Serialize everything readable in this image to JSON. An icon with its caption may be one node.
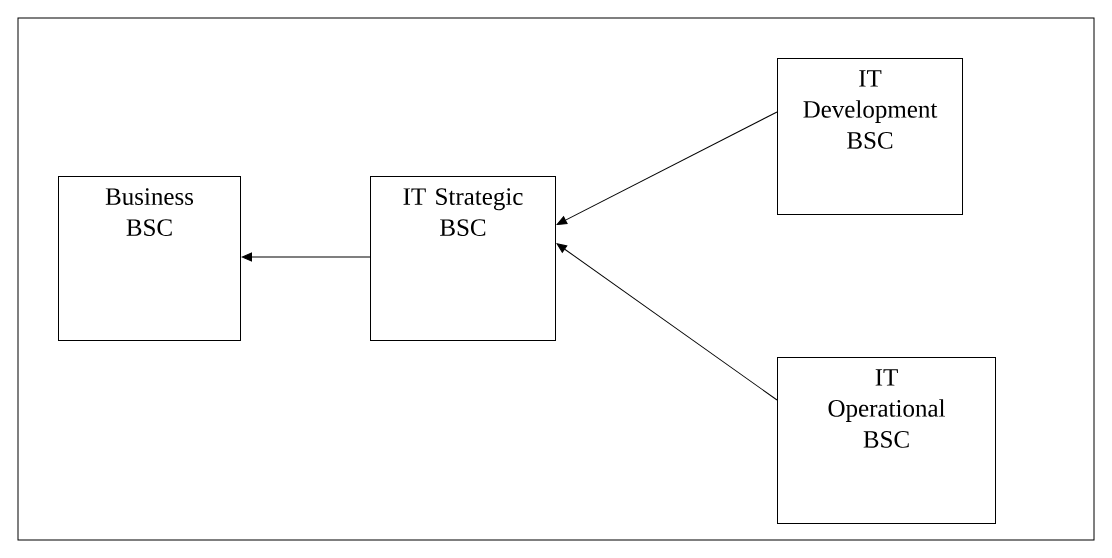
{
  "diagram": {
    "nodes": [
      {
        "text": [
          "Business BSC"
        ]
      },
      {
        "text": [
          "IT Strategic BSC"
        ]
      },
      {
        "text": [
          "IT Development BSC"
        ]
      },
      {
        "text": [
          "IT Operational BSC"
        ]
      }
    ],
    "edges": [
      {
        "from": 1,
        "to": 0,
        "arrow": "to"
      },
      {
        "from": 2,
        "to": 1,
        "arrow": "to"
      },
      {
        "from": 3,
        "to": 1,
        "arrow": "to"
      }
    ]
  }
}
